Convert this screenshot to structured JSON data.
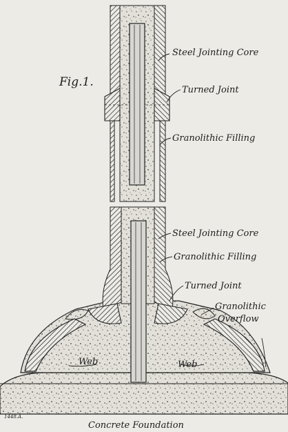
{
  "figure": {
    "fig_label": "Fig.1.",
    "plate_number": "1448.A.",
    "caption": "Concrete Foundation"
  },
  "labels": {
    "steel_jointing_core_upper": "Steel Jointing Core",
    "turned_joint_upper": "Turned Joint",
    "granolithic_filling_upper": "Granolithic Filling",
    "steel_jointing_core_lower": "Steel Jointing Core",
    "granolithic_filling_lower": "Granolithic Filling",
    "turned_joint_lower": "Turned Joint",
    "granolithic_overflow_line1": "Granolithic",
    "granolithic_overflow_line2": "Overflow",
    "web_left": "Web",
    "web_right": "Web"
  },
  "colors": {
    "paper": "#ecebe6",
    "ink": "#1c1c1c",
    "concrete_fill": "#e2e0d8",
    "core_fill": "#d8d7d2"
  }
}
